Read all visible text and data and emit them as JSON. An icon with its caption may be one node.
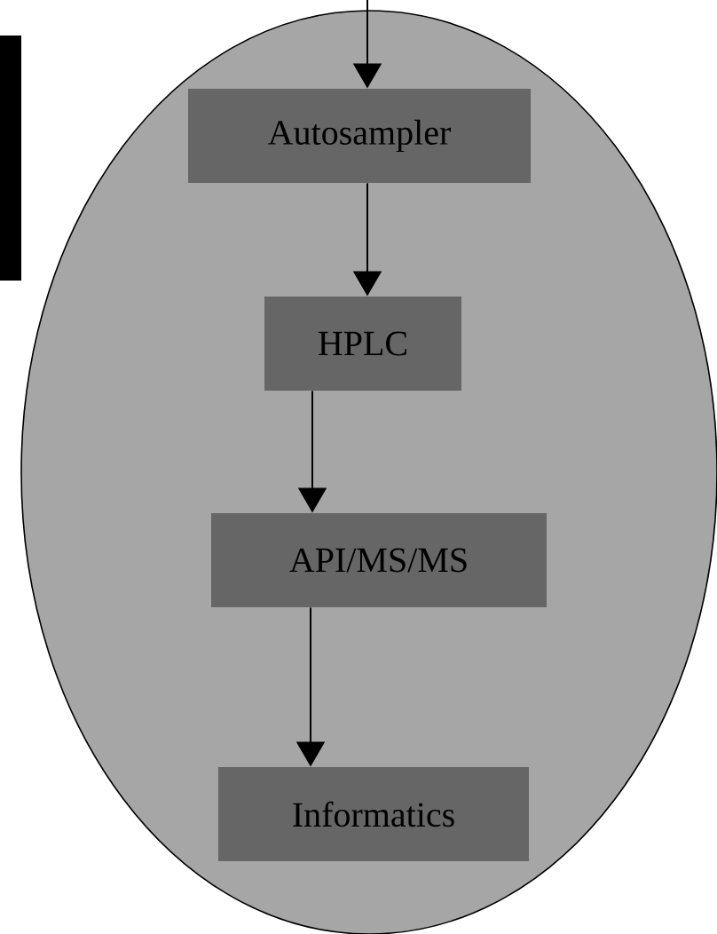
{
  "diagram": {
    "nodes": [
      {
        "text": [],
        "shape": "ellipse"
      },
      {
        "text": [
          "Autosampler"
        ],
        "in": 0
      },
      {
        "text": [
          "HPLC"
        ],
        "in": 0
      },
      {
        "text": [
          "API/MS/MS"
        ],
        "in": 0
      },
      {
        "text": [
          "Informatics"
        ],
        "in": 0
      }
    ],
    "edges": [
      {
        "from": null,
        "to": 1,
        "arrow": "to"
      },
      {
        "from": 1,
        "to": 2,
        "arrow": "to"
      },
      {
        "from": 2,
        "to": 3,
        "arrow": "to"
      },
      {
        "from": 3,
        "to": 4,
        "arrow": "to"
      }
    ]
  }
}
